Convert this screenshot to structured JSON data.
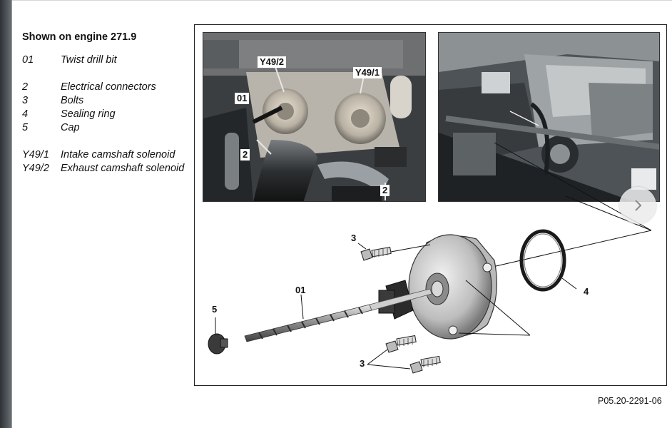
{
  "legend": {
    "title": "Shown on engine 271.9",
    "items": [
      {
        "code": "01",
        "label": "Twist drill bit"
      },
      {
        "code": "2",
        "label": "Electrical connectors"
      },
      {
        "code": "3",
        "label": "Bolts"
      },
      {
        "code": "4",
        "label": "Sealing ring"
      },
      {
        "code": "5",
        "label": "Cap"
      },
      {
        "code": "Y49/1",
        "label": "Intake camshaft solenoid"
      },
      {
        "code": "Y49/2",
        "label": "Exhaust camshaft solenoid"
      }
    ]
  },
  "photo_left_labels": {
    "y49_2": "Y49/2",
    "y49_1": "Y49/1",
    "drill": "01",
    "conn_a": "2",
    "conn_b": "2"
  },
  "diagram_callouts": {
    "bolt_top": "3",
    "drill": "01",
    "cap": "5",
    "ring": "4",
    "bolts_bottom": "3"
  },
  "figure_reference": "P05.20-2291-06",
  "icons": {
    "next": "chevron-right-icon"
  }
}
